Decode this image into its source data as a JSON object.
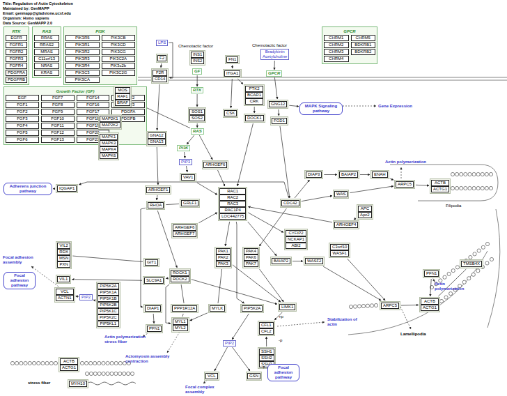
{
  "diagram": {
    "nodes": [
      {
        "text": [
          "RTK",
          "EGFR",
          "FGFR1",
          "FGFR2",
          "FGFR3",
          "FGFR4",
          "PDGFRA",
          "PDGFRB"
        ]
      },
      {
        "text": [
          "RAS",
          "RRAS",
          "RRAS2",
          "MRAS",
          "C11orf13",
          "NRAS",
          "KRAS"
        ]
      },
      {
        "text": [
          "PI3K",
          "PIK3R5",
          "PIK3R1",
          "PIK3R2",
          "PIK3R3",
          "PIK3R4",
          "PIK3C3",
          "PIK3CA",
          "PIK3CB",
          "PIK3CD",
          "PIK3CG",
          "PIK3C2A",
          "PIK3c2b",
          "PIK3C2G"
        ]
      },
      {
        "text": [
          "Growth Factor (GF)",
          "EGF",
          "FGF1",
          "FGF2",
          "FGF3",
          "FGF4",
          "FGF5",
          "FGF6",
          "FGF7",
          "FGF8",
          "FGF9",
          "FGF10",
          "FGF11",
          "FGF12",
          "FGF13",
          "FGF14",
          "FGF16",
          "FGF17",
          "FGF18",
          "FGF19",
          "FGF20",
          "FGF21",
          "FGF22",
          "FGF23",
          "PDGFA",
          "PDGFB"
        ]
      },
      {
        "text": [
          "GPCR",
          "CHRM1",
          "CHRM2",
          "CHRM3",
          "CHRM4",
          "CHRM5",
          "BDKRB1",
          "BDKRB2"
        ]
      },
      {
        "text": [
          "LPS"
        ]
      },
      {
        "text": [
          "F2"
        ]
      },
      {
        "text": [
          "F2R",
          "CD14"
        ]
      },
      {
        "text": [
          "INS1",
          "INS2"
        ]
      },
      {
        "text": [
          "GF"
        ]
      },
      {
        "text": [
          "RTK"
        ]
      },
      {
        "text": [
          "SOS1",
          "SOS2"
        ]
      },
      {
        "text": [
          "RAS"
        ]
      },
      {
        "text": [
          "PI3K"
        ]
      },
      {
        "text": [
          "PIP3"
        ]
      },
      {
        "text": [
          "VAV1"
        ]
      },
      {
        "text": [
          "FN1"
        ]
      },
      {
        "text": [
          "ITGA1"
        ]
      },
      {
        "text": [
          "PTK2",
          "BCAR1",
          "CRK"
        ]
      },
      {
        "text": [
          "CSK"
        ]
      },
      {
        "text": [
          "DOCK1"
        ]
      },
      {
        "text": [
          "Bradykinin",
          "Acetylcholine"
        ]
      },
      {
        "text": [
          "GPCR"
        ]
      },
      {
        "text": [
          "GNG12"
        ]
      },
      {
        "text": [
          "FGD1"
        ]
      },
      {
        "text": [
          "GNA12",
          "GNA13"
        ]
      },
      {
        "text": [
          "MOS",
          "RAF1",
          "BRAF"
        ]
      },
      {
        "text": [
          "MAP2K1",
          "MAP2K2"
        ]
      },
      {
        "text": [
          "MAPK1",
          "MAPK3",
          "MAPK4",
          "MAPK6"
        ]
      },
      {
        "text": [
          "ARHGEF6"
        ]
      },
      {
        "text": [
          "IQGAP1"
        ]
      },
      {
        "text": [
          "Adherens junction pathway"
        ]
      },
      {
        "text": [
          "ARHGEF1"
        ]
      },
      {
        "text": [
          "GRLF1"
        ]
      },
      {
        "text": [
          "RHOA"
        ]
      },
      {
        "text": [
          "RAC1",
          "RAC2",
          "RAC3",
          "RAC1P4",
          "LOC442775"
        ]
      },
      {
        "text": [
          "ARHGEF6",
          "ARHGEF7"
        ]
      },
      {
        "text": [
          "CDC42"
        ]
      },
      {
        "text": [
          "MAPK Signaling pathway"
        ]
      },
      {
        "text": [
          "DIAP3"
        ]
      },
      {
        "text": [
          "BAIAP2"
        ]
      },
      {
        "text": [
          "ENAH"
        ]
      },
      {
        "text": [
          "WAS"
        ]
      },
      {
        "text": [
          "ARPC5"
        ]
      },
      {
        "text": [
          "ACTB",
          "ACTG1"
        ]
      },
      {
        "text": [
          "APC",
          "Apc2"
        ]
      },
      {
        "text": [
          "ARHGEF4"
        ]
      },
      {
        "text": [
          "CYFIP2",
          "NCKAP1",
          "ABI2"
        ]
      },
      {
        "text": [
          "C3orf10",
          "WASF1"
        ]
      },
      {
        "text": [
          "BAIAP2"
        ]
      },
      {
        "text": [
          "WASF2"
        ]
      },
      {
        "text": [
          "PAK1",
          "PAK2",
          "PAK3"
        ]
      },
      {
        "text": [
          "PAK4",
          "PAK6",
          "PAK7"
        ]
      },
      {
        "text": [
          "VIL2",
          "RDX",
          "MSN",
          "PXN"
        ]
      },
      {
        "text": [
          "GIT1"
        ]
      },
      {
        "text": [
          "VIL1"
        ]
      },
      {
        "text": [
          "SLC9A1"
        ]
      },
      {
        "text": [
          "ROCK1",
          "ROCK2"
        ]
      },
      {
        "text": [
          "PIP5K2A",
          "PIP5K1A",
          "PIP5K1B",
          "PIP5K2B",
          "PIP5K1C",
          "PIP5K2C",
          "PIP5KL1"
        ]
      },
      {
        "text": [
          "VCL",
          "ACTN1"
        ]
      },
      {
        "text": [
          "PIP2"
        ]
      },
      {
        "text": [
          "Focal adhesion pathway"
        ]
      },
      {
        "text": [
          "DIAP1"
        ]
      },
      {
        "text": [
          "PPP1R12A"
        ]
      },
      {
        "text": [
          "MYLK"
        ]
      },
      {
        "text": [
          "PIP5K2A"
        ]
      },
      {
        "text": [
          "LIMK1"
        ]
      },
      {
        "text": [
          "PFN1"
        ]
      },
      {
        "text": [
          "MYL1",
          "MYL2"
        ]
      },
      {
        "text": [
          "CFL1",
          "CFL2"
        ]
      },
      {
        "text": [
          "SSH1",
          "SSH2",
          "SSH3"
        ]
      },
      {
        "text": [
          "PIP2"
        ]
      },
      {
        "text": [
          "VCL"
        ]
      },
      {
        "text": [
          "GSN"
        ]
      },
      {
        "text": [
          "Focal adhesion pathway"
        ]
      },
      {
        "text": [
          "PFN1"
        ]
      },
      {
        "text": [
          "TMSB4X"
        ]
      },
      {
        "text": [
          "ACTB",
          "ACTG1"
        ]
      },
      {
        "text": [
          "ARPC5"
        ]
      },
      {
        "text": [
          "ACTB",
          "ACTG1"
        ]
      },
      {
        "text": [
          "MYH10"
        ]
      }
    ],
    "edges": [
      {
        "from": 5,
        "to": 7,
        "arrow": "to"
      },
      {
        "from": 6,
        "to": 7,
        "arrow": "to"
      },
      {
        "from": 9,
        "to": 10,
        "arrow": "to"
      },
      {
        "from": 10,
        "to": 11,
        "arrow": "to"
      },
      {
        "from": 11,
        "to": 12,
        "arrow": "to"
      },
      {
        "from": 12,
        "to": 13,
        "arrow": "to"
      },
      {
        "from": 13,
        "to": 14,
        "arrow": "to"
      },
      {
        "from": 14,
        "to": 15,
        "arrow": "to"
      },
      {
        "from": 15,
        "to": 35,
        "arrow": "to"
      },
      {
        "from": 12,
        "to": 26,
        "arrow": "to"
      },
      {
        "from": 26,
        "to": 27,
        "arrow": "to"
      },
      {
        "from": 27,
        "to": 28,
        "arrow": "to"
      },
      {
        "from": 7,
        "to": 25,
        "arrow": "to"
      },
      {
        "from": 25,
        "to": 32,
        "arrow": "to"
      },
      {
        "from": 32,
        "to": 34,
        "arrow": "to"
      },
      {
        "from": 34,
        "to": 57,
        "arrow": "to"
      },
      {
        "from": 16,
        "to": 17,
        "arrow": "to"
      },
      {
        "from": 17,
        "to": 18,
        "arrow": "to"
      },
      {
        "from": 17,
        "to": 19,
        "arrow": "to"
      },
      {
        "from": 18,
        "to": 20,
        "arrow": "to"
      },
      {
        "from": 20,
        "to": 35,
        "arrow": "to"
      },
      {
        "from": 21,
        "to": 22,
        "arrow": "to"
      },
      {
        "from": 22,
        "to": 23,
        "arrow": "to"
      },
      {
        "from": 23,
        "to": 24,
        "arrow": "to"
      },
      {
        "from": 24,
        "to": 37,
        "arrow": "to"
      },
      {
        "from": 12,
        "to": 29,
        "arrow": "to"
      },
      {
        "from": 29,
        "to": 35,
        "arrow": "to"
      },
      {
        "from": 33,
        "to": 34,
        "arrow": "none"
      },
      {
        "from": 35,
        "to": 51,
        "arrow": "to"
      },
      {
        "from": 37,
        "to": 52,
        "arrow": "to"
      },
      {
        "from": 37,
        "to": 39,
        "arrow": "to"
      },
      {
        "from": 39,
        "to": 40,
        "arrow": "to"
      },
      {
        "from": 40,
        "to": 41,
        "arrow": "to"
      },
      {
        "from": 41,
        "to": 43,
        "arrow": "to"
      },
      {
        "from": 37,
        "to": 42,
        "arrow": "to"
      },
      {
        "from": 42,
        "to": 43,
        "arrow": "to"
      },
      {
        "from": 43,
        "to": 44,
        "arrow": "to"
      },
      {
        "from": 45,
        "to": 46,
        "arrow": "to"
      },
      {
        "from": 46,
        "to": 35,
        "arrow": "to"
      },
      {
        "from": 35,
        "to": 47,
        "arrow": "to"
      },
      {
        "from": 48,
        "to": 78,
        "arrow": "to"
      },
      {
        "from": 35,
        "to": 49,
        "arrow": "to"
      },
      {
        "from": 49,
        "to": 50,
        "arrow": "to"
      },
      {
        "from": 50,
        "to": 78,
        "arrow": "to"
      },
      {
        "from": 78,
        "to": 77,
        "arrow": "to"
      },
      {
        "from": 75,
        "to": 77,
        "arrow": "to"
      },
      {
        "from": 76,
        "to": 77,
        "arrow": "none"
      },
      {
        "from": 37,
        "to": 30,
        "arrow": "to"
      },
      {
        "from": 30,
        "to": 31,
        "arrow": "to"
      },
      {
        "from": 54,
        "to": 53,
        "arrow": "none"
      },
      {
        "from": 56,
        "to": 55,
        "arrow": "to"
      },
      {
        "from": 57,
        "to": 56,
        "arrow": "to"
      },
      {
        "from": 57,
        "to": 63,
        "arrow": "none"
      },
      {
        "from": 57,
        "to": 68,
        "arrow": "to"
      },
      {
        "from": 57,
        "to": 66,
        "arrow": "to"
      },
      {
        "from": 34,
        "to": 62,
        "arrow": "to"
      },
      {
        "from": 62,
        "to": 67,
        "arrow": "to"
      },
      {
        "from": 63,
        "to": 68,
        "arrow": "none"
      },
      {
        "from": 64,
        "to": 68,
        "arrow": "to"
      },
      {
        "from": 51,
        "to": 64,
        "arrow": "none"
      },
      {
        "from": 51,
        "to": 66,
        "arrow": "to"
      },
      {
        "from": 52,
        "to": 66,
        "arrow": "to"
      },
      {
        "from": 35,
        "to": 65,
        "arrow": "to"
      },
      {
        "from": 65,
        "to": 71,
        "arrow": "to"
      },
      {
        "from": 71,
        "to": 72,
        "arrow": "to"
      },
      {
        "from": 71,
        "to": 73,
        "arrow": "to"
      },
      {
        "from": 66,
        "to": 69,
        "arrow": "to"
      },
      {
        "from": 70,
        "to": 69,
        "arrow": "to"
      },
      {
        "from": 58,
        "to": 60,
        "arrow": "to"
      },
      {
        "from": 60,
        "to": 59,
        "arrow": "to"
      },
      {
        "from": 36,
        "to": 35,
        "arrow": "to"
      },
      {
        "from": 23,
        "to": 38,
        "arrow": "to"
      }
    ],
    "labels": [
      "Title:  Regulation of Actin Cytoskeleton",
      "Maintained by:  GenMAPP",
      "Email:  genmapp@gladstone.ucsf.edu",
      "Organism:  Homo sapiens",
      "Data Source:  GenMAPP 2.0",
      "Chemotactic factor",
      "Chemotactic factor",
      "Gene Expression",
      "Actin polymerization",
      "Filipodia",
      "Lamellipodia",
      "Actin polymerization",
      "Stabilization of actin",
      "Actin polymerization stress fiber",
      "Actomyosin assembly contraction",
      "Focal complex assembly",
      "Focal adhesion assembly",
      "stress fiber",
      "+p",
      "-p",
      "?"
    ]
  }
}
